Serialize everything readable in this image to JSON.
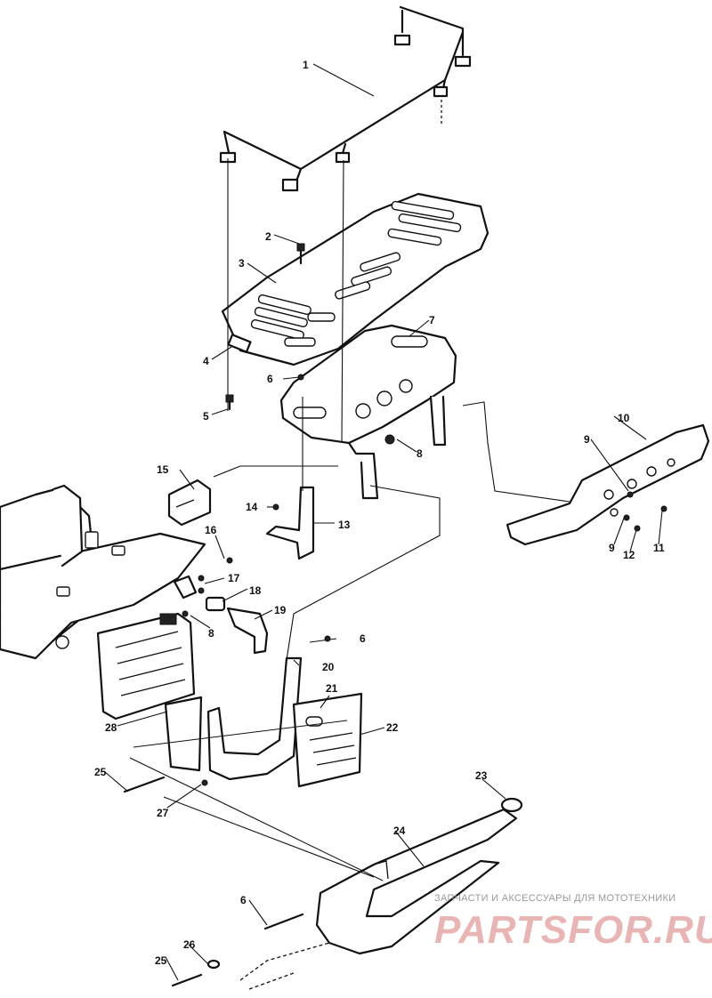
{
  "callouts": {
    "c1": "1",
    "c2": "2",
    "c3": "3",
    "c4": "4",
    "c5": "5",
    "c6a": "6",
    "c6b": "6",
    "c6c": "6",
    "c7": "7",
    "c8a": "8",
    "c8b": "8",
    "c9a": "9",
    "c9b": "9",
    "c10": "10",
    "c11": "11",
    "c12": "12",
    "c13": "13",
    "c14": "14",
    "c15": "15",
    "c16": "16",
    "c17": "17",
    "c18": "18",
    "c19": "19",
    "c20": "20",
    "c21": "21",
    "c22": "22",
    "c23": "23",
    "c24": "24",
    "c25a": "25",
    "c25b": "25",
    "c26": "26",
    "c27": "27",
    "c28": "28"
  },
  "watermark": {
    "tagline": "ЗАПЧАСТИ И АКСЕССУАРЫ ДЛЯ МОТОТЕХНИКИ",
    "brand": "PARTSFOR.RU"
  },
  "colors": {
    "ink": "#111111",
    "watermark_text": "#9a9a9a",
    "watermark_logo": "#e9b4b4"
  }
}
